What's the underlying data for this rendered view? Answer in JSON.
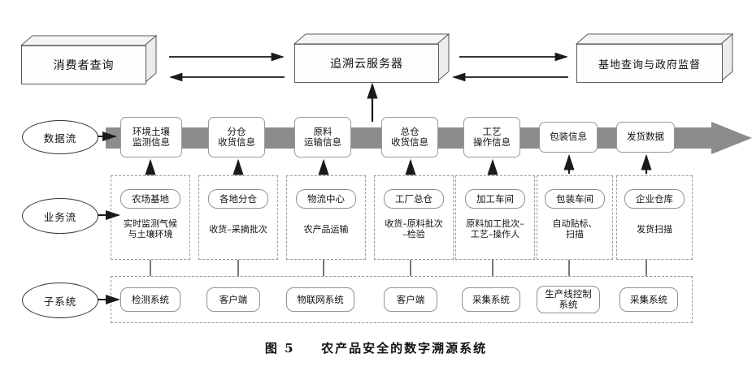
{
  "figure": {
    "caption_number": "图 5",
    "caption_text": "农产品安全的数字溯源系统"
  },
  "colors": {
    "band_gray": "#8c8c8c",
    "box_stroke": "#9a9a9a",
    "dash_stroke": "#9a9a9a",
    "arrow_black": "#1a1a1a",
    "page_bg": "#ffffff"
  },
  "top_row": {
    "left_node": {
      "label": "消费者查询"
    },
    "center_node": {
      "label": "追溯云服务器"
    },
    "right_node": {
      "label": "基地查询与政府监督"
    },
    "connectors": [
      {
        "name": "consumer-to-server",
        "direction": "right"
      },
      {
        "name": "server-to-consumer",
        "direction": "left"
      },
      {
        "name": "server-to-base",
        "direction": "right"
      },
      {
        "name": "base-to-server",
        "direction": "left"
      },
      {
        "name": "dataflow-to-server",
        "direction": "up"
      }
    ]
  },
  "lanes": [
    {
      "key": "data_flow",
      "label": "数据流"
    },
    {
      "key": "business_flow",
      "label": "业务流"
    },
    {
      "key": "subsystem",
      "label": "子系统"
    }
  ],
  "data_flow": {
    "lane_label": "数据流",
    "nodes": [
      {
        "line1": "环境土壤",
        "line2": "监测信息"
      },
      {
        "line1": "分仓",
        "line2": "收货信息"
      },
      {
        "line1": "原料",
        "line2": "运输信息"
      },
      {
        "line1": "总仓",
        "line2": "收货信息"
      },
      {
        "line1": "工艺",
        "line2": "操作信息"
      },
      {
        "line1": "包装信息",
        "line2": ""
      },
      {
        "line1": "发货数据",
        "line2": ""
      }
    ]
  },
  "business_flow": {
    "lane_label": "业务流",
    "nodes": [
      {
        "title": "农场基地",
        "desc1": "实时监测气候",
        "desc2": "与土壤环境"
      },
      {
        "title": "各地分仓",
        "desc1": "收货–采摘批次",
        "desc2": ""
      },
      {
        "title": "物流中心",
        "desc1": "农产品运输",
        "desc2": ""
      },
      {
        "title": "工厂总仓",
        "desc1": "收货–原料批次",
        "desc2": "–检验"
      },
      {
        "title": "加工车间",
        "desc1": "原料加工批次–",
        "desc2": "工艺–操作人"
      },
      {
        "title": "包装车间",
        "desc1": "自动贴标、",
        "desc2": "扫描"
      },
      {
        "title": "企业仓库",
        "desc1": "发货扫描",
        "desc2": ""
      }
    ]
  },
  "subsystem": {
    "lane_label": "子系统",
    "nodes": [
      {
        "line1": "检测系统",
        "line2": ""
      },
      {
        "line1": "客户端",
        "line2": ""
      },
      {
        "line1": "物联网系统",
        "line2": ""
      },
      {
        "line1": "客户端",
        "line2": ""
      },
      {
        "line1": "采集系统",
        "line2": ""
      },
      {
        "line1": "生产线控制",
        "line2": "系统"
      },
      {
        "line1": "采集系统",
        "line2": ""
      }
    ]
  }
}
